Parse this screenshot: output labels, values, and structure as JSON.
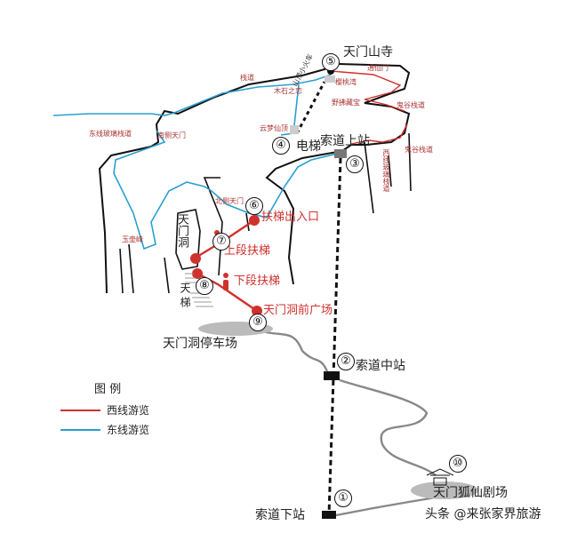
{
  "map": {
    "stops": [
      {
        "num": "①",
        "label": "索道下站"
      },
      {
        "num": "②",
        "label": "索道中站"
      },
      {
        "num": "③",
        "label": "索道上站"
      },
      {
        "num": "④",
        "label": "电梯"
      },
      {
        "num": "⑤",
        "label": "天门山寺"
      },
      {
        "num": "⑥",
        "label": "扶梯出入口"
      },
      {
        "num": "⑦",
        "label": "天门洞"
      },
      {
        "num": "⑧",
        "label": "天梯"
      },
      {
        "num": "⑨",
        "label": "天门洞前广场"
      },
      {
        "num": "⑩",
        "label": "天门狐仙剧场"
      }
    ],
    "segments": {
      "upper": "上段扶梯",
      "lower": "下段扶梯"
    },
    "parking": "天门洞停车场",
    "small_labels": {
      "yunmeng": "云梦仙顶",
      "train": "山顶小火车",
      "yingtao": "樱桃湾",
      "mushi": "木石之恋",
      "yefu": "野拂藏宝",
      "guigu1": "鬼谷栈道",
      "guigu2": "鬼谷栈道",
      "west_glass": "西线玻璃栈道",
      "zhandao": "栈道",
      "east_glass": "东线玻璃栈道",
      "nance": "南侧天门",
      "beice": "北侧天门",
      "yuhu": "玉壶峰",
      "tongxian": "通仙门"
    },
    "colors": {
      "west": "#d0312d",
      "east": "#2a9fd0",
      "cliff": "#111111",
      "cable": "#111111"
    }
  },
  "legend": {
    "title": "图 例",
    "items": [
      {
        "label": "西线游览",
        "color": "#d0312d"
      },
      {
        "label": "东线游览",
        "color": "#2a9fd0"
      }
    ]
  },
  "watermark": "头条 @来张家界旅游"
}
